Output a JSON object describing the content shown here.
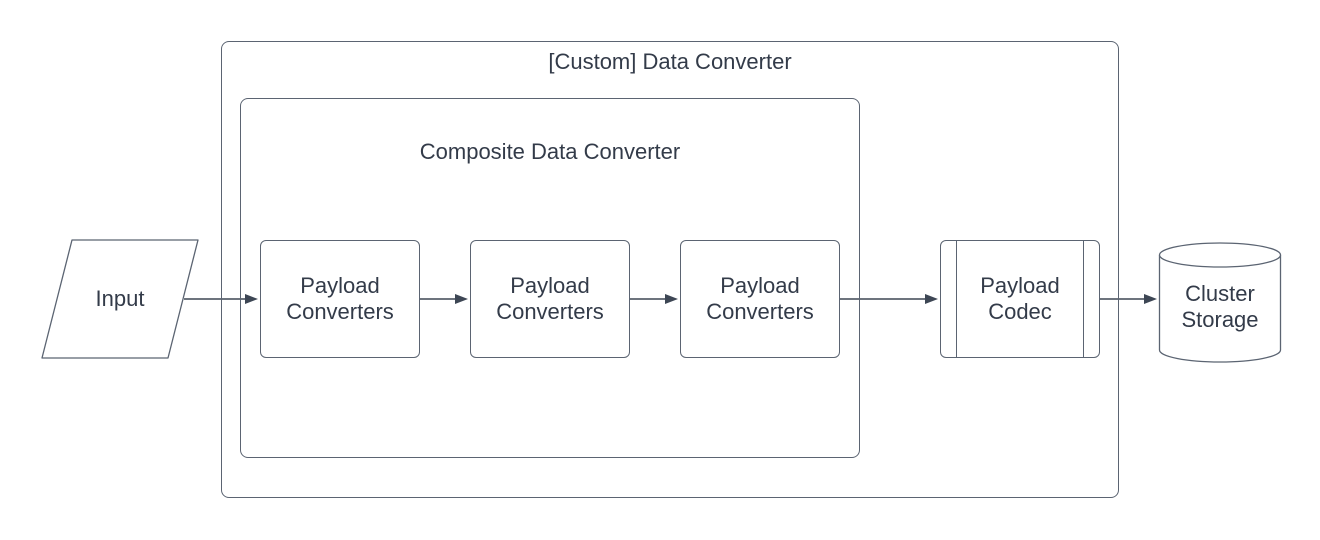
{
  "colors": {
    "stroke": "#5b6472",
    "arrow": "#3d4654",
    "text": "#333b49",
    "fill": "#ffffff",
    "bg": "#ffffff"
  },
  "outer_group": {
    "title": "[Custom] Data Converter",
    "shape": "rounded-rectangle-container"
  },
  "inner_group": {
    "title": "Composite Data Converter",
    "shape": "rounded-rectangle-container"
  },
  "input_node": {
    "label": "Input",
    "shape": "parallelogram"
  },
  "payload_converters": [
    {
      "label_line1": "Payload",
      "label_line2": "Converters",
      "shape": "rounded-rectangle"
    },
    {
      "label_line1": "Payload",
      "label_line2": "Converters",
      "shape": "rounded-rectangle"
    },
    {
      "label_line1": "Payload",
      "label_line2": "Converters",
      "shape": "rounded-rectangle"
    }
  ],
  "payload_codec": {
    "label_line1": "Payload",
    "label_line2": "Codec",
    "shape": "predefined-process"
  },
  "cluster_storage": {
    "label_line1": "Cluster",
    "label_line2": "Storage",
    "shape": "cylinder"
  },
  "arrows": [
    {
      "from": "input",
      "to": "payload-converters-1"
    },
    {
      "from": "payload-converters-1",
      "to": "payload-converters-2"
    },
    {
      "from": "payload-converters-2",
      "to": "payload-converters-3"
    },
    {
      "from": "payload-converters-3",
      "to": "payload-codec"
    },
    {
      "from": "payload-codec",
      "to": "cluster-storage"
    }
  ]
}
